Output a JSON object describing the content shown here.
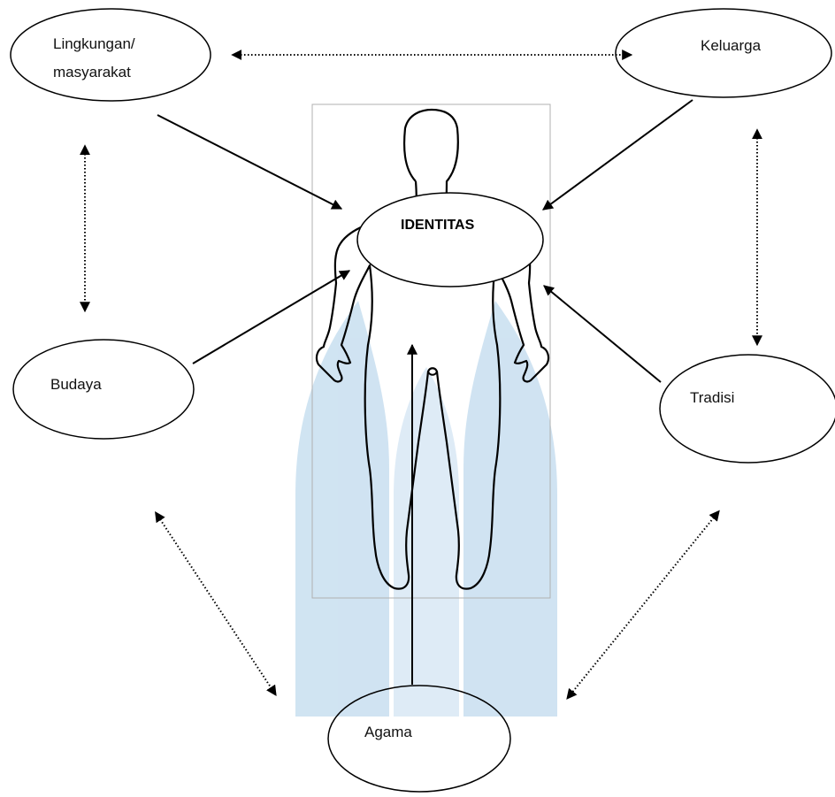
{
  "nodes": {
    "lingkungan": {
      "line1": "Lingkungan/",
      "line2": "masyarakat"
    },
    "keluarga": {
      "label": "Keluarga"
    },
    "identitas": {
      "label": "IDENTITAS"
    },
    "budaya": {
      "label": "Budaya"
    },
    "tradisi": {
      "label": "Tradisi"
    },
    "agama": {
      "label": "Agama"
    }
  },
  "colors": {
    "stroke": "#000000",
    "watermark": "#b8d6ec",
    "watermark_light": "#d6e7f4"
  },
  "icons": {
    "figure": "human-body-outline",
    "watermark": "university-logo-watermark"
  }
}
